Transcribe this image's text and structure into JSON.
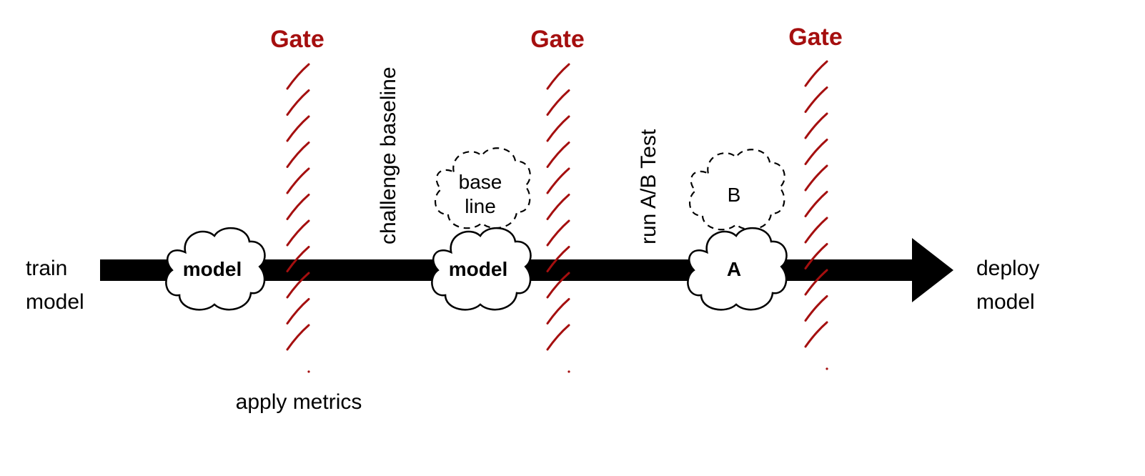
{
  "colors": {
    "gate": "#a50f0f",
    "arrow": "#000000",
    "text": "#000000"
  },
  "start_label": [
    "train",
    "model"
  ],
  "end_label": [
    "deploy",
    "model"
  ],
  "gates": [
    {
      "label": "Gate",
      "caption_below": "apply metrics"
    },
    {
      "label": "Gate",
      "caption_below": ""
    },
    {
      "label": "Gate",
      "caption_below": ""
    }
  ],
  "stages": [
    {
      "rotated_label": "",
      "cloud_label": "model",
      "dashed_cloud_label": []
    },
    {
      "rotated_label": "challenge baseline",
      "cloud_label": "model",
      "dashed_cloud_label": [
        "base",
        "line"
      ]
    },
    {
      "rotated_label": "run A/B Test",
      "cloud_label": "A",
      "dashed_cloud_label": [
        "B"
      ]
    }
  ]
}
